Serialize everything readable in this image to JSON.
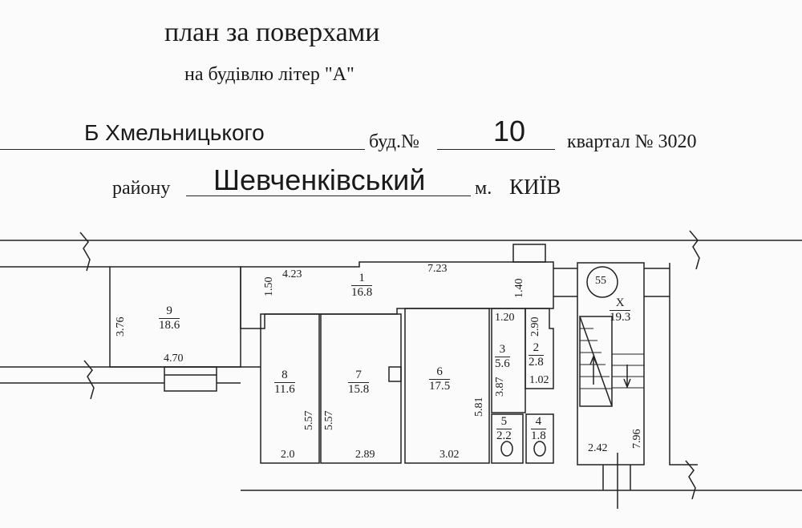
{
  "header": {
    "title": "план за  поверхами",
    "subtitle": "на  будівлю літер  \"А\"",
    "street": "Б Хмельницького",
    "building_label": "буд.№",
    "building_number": "10",
    "quarter": "квартал № 3020",
    "district_label": "району",
    "district": "Шевченківський",
    "city_label": "м.",
    "city": "КИЇВ"
  },
  "rooms": [
    {
      "id": "1",
      "area": "16.8"
    },
    {
      "id": "2",
      "area": "2.8"
    },
    {
      "id": "3",
      "area": "5.6"
    },
    {
      "id": "4",
      "area": "1.8"
    },
    {
      "id": "5",
      "area": "2.2"
    },
    {
      "id": "6",
      "area": "17.5"
    },
    {
      "id": "7",
      "area": "15.8"
    },
    {
      "id": "8",
      "area": "11.6"
    },
    {
      "id": "9",
      "area": "18.6"
    },
    {
      "id": "X",
      "area": "19.3"
    }
  ],
  "dimensions": {
    "d_4_23": "4.23",
    "d_1_50": "1.50",
    "d_7_23": "7.23",
    "d_1_40": "1.40",
    "d_3_76": "3.76",
    "d_4_70": "4.70",
    "d_1_20": "1.20",
    "d_2_90": "2.90",
    "d_1_02": "1.02",
    "d_3_87": "3.87",
    "d_5_81": "5.81",
    "d_5_57a": "5.57",
    "d_5_57b": "5.57",
    "d_2_0": "2.0",
    "d_2_89": "2.89",
    "d_3_02": "3.02",
    "d_7_96": "7.96",
    "d_2_42": "2.42"
  },
  "stair_marker": "55"
}
